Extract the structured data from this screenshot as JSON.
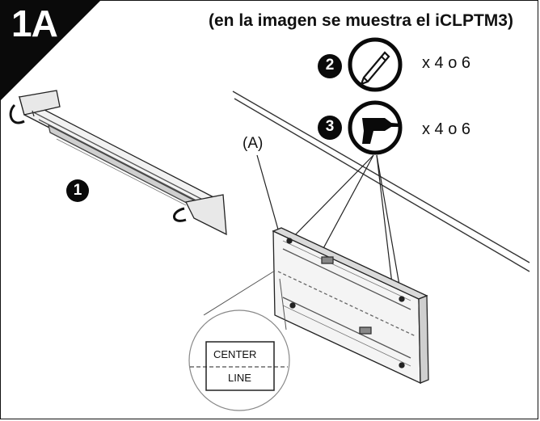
{
  "step": {
    "label": "1A",
    "note": "(en la imagen se muestra el iCLPTM3)"
  },
  "parts": [
    {
      "number": "1"
    },
    {
      "number": "2",
      "quantity": "x 4 o 6",
      "icon": "pencil-icon"
    },
    {
      "number": "3",
      "quantity": "x 4 o 6",
      "icon": "drill-icon"
    }
  ],
  "callout": "(A)",
  "detail": {
    "top": "CENTER",
    "bottom": "LINE"
  }
}
